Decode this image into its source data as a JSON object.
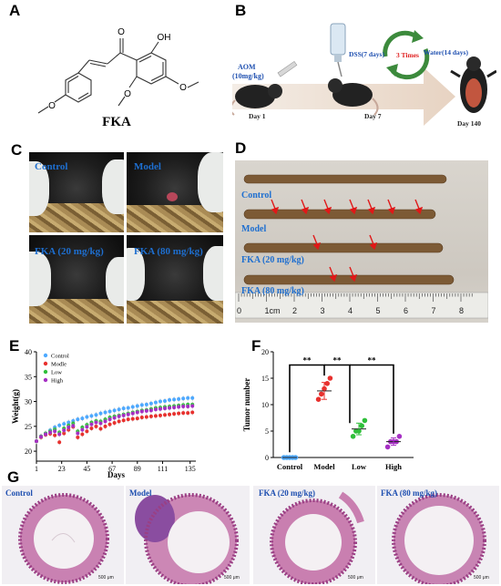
{
  "panels": {
    "A": "A",
    "B": "B",
    "C": "C",
    "D": "D",
    "E": "E",
    "F": "F",
    "G": "G"
  },
  "panel_a": {
    "compound_name": "FKA",
    "oh_label": "OH",
    "o_label": "O"
  },
  "panel_b": {
    "aom": "AOM",
    "aom_dose": "(10mg/kg)",
    "day1": "Day 1",
    "dss": "DSS(7 days)",
    "times": "3 Times",
    "water": "Water(14 days)",
    "day7": "Day 7",
    "day140": "Day 140"
  },
  "panel_c": {
    "labels": [
      "Control",
      "Model",
      "FKA (20 mg/kg)",
      "FKA (80 mg/kg)"
    ]
  },
  "panel_d": {
    "labels": [
      "Control",
      "Model",
      "FKA (20 mg/kg)",
      "FKA (80 mg/kg)"
    ],
    "ruler_numbers": [
      "0",
      "1cm",
      "2",
      "3",
      "4",
      "5",
      "6",
      "7",
      "8"
    ]
  },
  "chart_data": [
    {
      "panel": "E",
      "type": "line",
      "xlabel": "Days",
      "ylabel": "Weight(g)",
      "xticks": [
        1,
        23,
        45,
        67,
        89,
        111,
        135
      ],
      "yticks": [
        20,
        25,
        30,
        35,
        40
      ],
      "xlim": [
        1,
        140
      ],
      "ylim": [
        18,
        40
      ],
      "legend_position": "top-left",
      "series": [
        {
          "name": "Control",
          "color": "#4ea9ff",
          "x": [
            1,
            5,
            9,
            13,
            17,
            21,
            25,
            29,
            33,
            37,
            41,
            45,
            49,
            53,
            57,
            61,
            65,
            69,
            73,
            77,
            81,
            85,
            89,
            93,
            97,
            101,
            105,
            109,
            113,
            117,
            121,
            125,
            129,
            133,
            137
          ],
          "y": [
            22.0,
            23.0,
            23.6,
            24.2,
            24.8,
            25.2,
            25.5,
            25.8,
            26.1,
            26.4,
            26.6,
            26.9,
            27.1,
            27.3,
            27.6,
            27.8,
            28.0,
            28.2,
            28.4,
            28.6,
            28.7,
            28.9,
            29.1,
            29.3,
            29.4,
            29.6,
            29.8,
            30.0,
            30.1,
            30.3,
            30.4,
            30.5,
            30.6,
            30.7,
            30.7
          ]
        },
        {
          "name": "Modle",
          "color": "#e8312e",
          "x": [
            1,
            5,
            9,
            13,
            17,
            21,
            25,
            29,
            33,
            37,
            41,
            45,
            49,
            53,
            57,
            61,
            65,
            69,
            73,
            77,
            81,
            85,
            89,
            93,
            97,
            101,
            105,
            109,
            113,
            117,
            121,
            125,
            129,
            133,
            137
          ],
          "y": [
            22.0,
            22.8,
            23.3,
            23.5,
            23.2,
            21.8,
            23.6,
            24.3,
            24.9,
            22.8,
            23.4,
            24.0,
            24.6,
            25.0,
            24.5,
            25.0,
            25.4,
            25.7,
            26.0,
            26.2,
            26.4,
            26.5,
            26.6,
            26.8,
            26.9,
            27.0,
            27.1,
            27.2,
            27.3,
            27.4,
            27.5,
            27.6,
            27.7,
            27.7,
            27.8
          ]
        },
        {
          "name": "Low",
          "color": "#2fbf3a",
          "x": [
            1,
            5,
            9,
            13,
            17,
            21,
            25,
            29,
            33,
            37,
            41,
            45,
            49,
            53,
            57,
            61,
            65,
            69,
            73,
            77,
            81,
            85,
            89,
            93,
            97,
            101,
            105,
            109,
            113,
            117,
            121,
            125,
            129,
            133,
            137
          ],
          "y": [
            22.0,
            23.0,
            23.6,
            24.0,
            24.4,
            23.8,
            24.6,
            25.2,
            25.6,
            24.0,
            24.8,
            25.3,
            25.8,
            26.1,
            26.0,
            26.4,
            26.8,
            27.0,
            27.2,
            27.4,
            27.6,
            27.8,
            28.0,
            28.2,
            28.3,
            28.5,
            28.7,
            28.8,
            28.9,
            29.0,
            29.1,
            29.2,
            29.3,
            29.4,
            29.4
          ]
        },
        {
          "name": "High",
          "color": "#a62fc4",
          "x": [
            1,
            5,
            9,
            13,
            17,
            21,
            25,
            29,
            33,
            37,
            41,
            45,
            49,
            53,
            57,
            61,
            65,
            69,
            73,
            77,
            81,
            85,
            89,
            93,
            97,
            101,
            105,
            109,
            113,
            117,
            121,
            125,
            129,
            133,
            137
          ],
          "y": [
            22.0,
            22.9,
            23.4,
            23.8,
            24.0,
            23.4,
            24.2,
            24.8,
            25.1,
            23.6,
            24.3,
            24.9,
            25.4,
            25.8,
            25.6,
            26.0,
            26.4,
            26.7,
            27.0,
            27.2,
            27.4,
            27.6,
            27.8,
            28.0,
            28.1,
            28.2,
            28.4,
            28.5,
            28.6,
            28.7,
            28.8,
            28.9,
            29.0,
            29.0,
            29.1
          ]
        }
      ]
    },
    {
      "panel": "F",
      "type": "scatter",
      "ylabel": "Tumor number",
      "categories": [
        "Control",
        "Model",
        "Low",
        "High"
      ],
      "yticks": [
        0,
        5,
        10,
        15,
        20
      ],
      "ylim": [
        0,
        20
      ],
      "colors": [
        "#4ea9ff",
        "#e8312e",
        "#2fbf3a",
        "#a62fc4"
      ],
      "points": [
        [
          0,
          0,
          0,
          0,
          0
        ],
        [
          11,
          12,
          13,
          14,
          15
        ],
        [
          4,
          5,
          5,
          6,
          7
        ],
        [
          2,
          3,
          3,
          3,
          4
        ]
      ],
      "means": [
        0,
        12.6,
        5.4,
        3.0
      ],
      "sd": [
        0,
        1.6,
        1.1,
        0.7
      ],
      "significance": [
        "**",
        "**",
        "**"
      ]
    }
  ],
  "panel_g": {
    "labels": [
      "Control",
      "Model",
      "FKA (20 mg/kg)",
      "FKA (80 mg/kg)"
    ],
    "scalebar": "500 μm"
  }
}
